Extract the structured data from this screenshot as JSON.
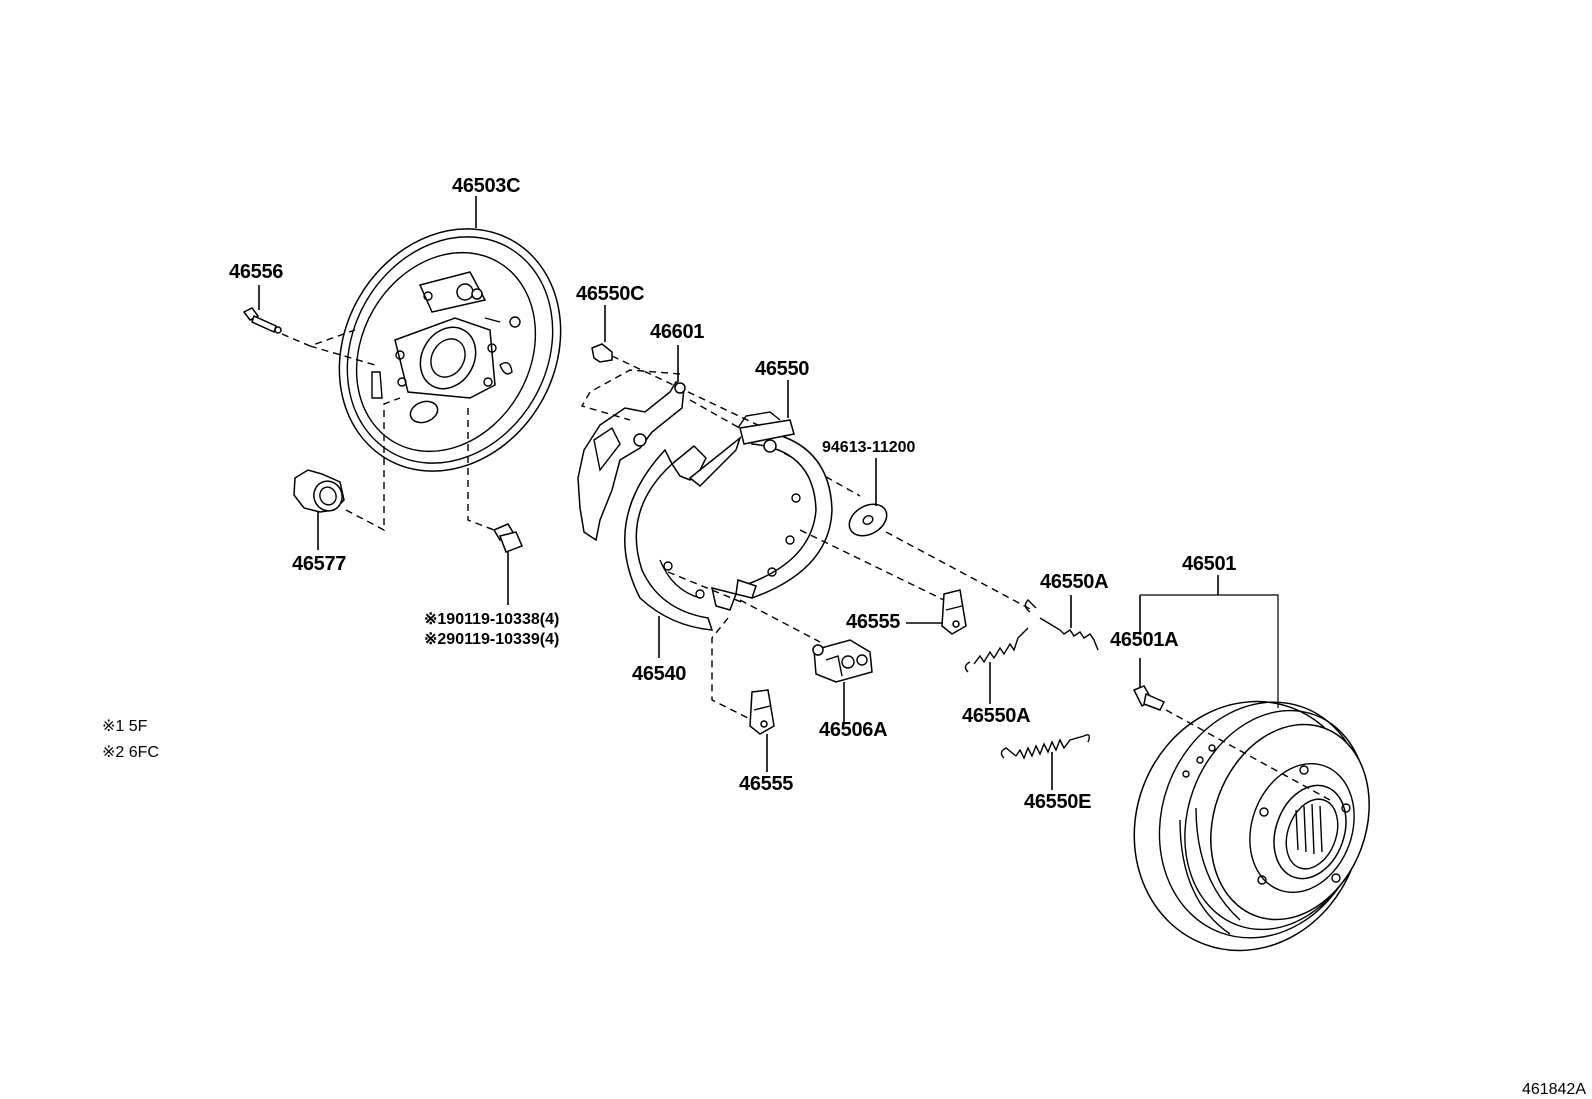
{
  "diagram": {
    "part_labels": {
      "p46503C": "46503C",
      "p46556": "46556",
      "p46577": "46577",
      "bolt_note_1": "※190119-10338(4)",
      "bolt_note_2": "※290119-10339(4)",
      "p46550C": "46550C",
      "p46601": "46601",
      "p46550": "46550",
      "p94613": "94613-11200",
      "p46540": "46540",
      "p46555_top": "46555",
      "p46555_bottom": "46555",
      "p46506A": "46506A",
      "p46550A_top": "46550A",
      "p46550A_bottom": "46550A",
      "p46550E": "46550E",
      "p46501": "46501",
      "p46501A": "46501A"
    },
    "legend": {
      "note1": "※1 5F",
      "note2": "※2 6FC"
    },
    "figure_id": "461842A"
  }
}
